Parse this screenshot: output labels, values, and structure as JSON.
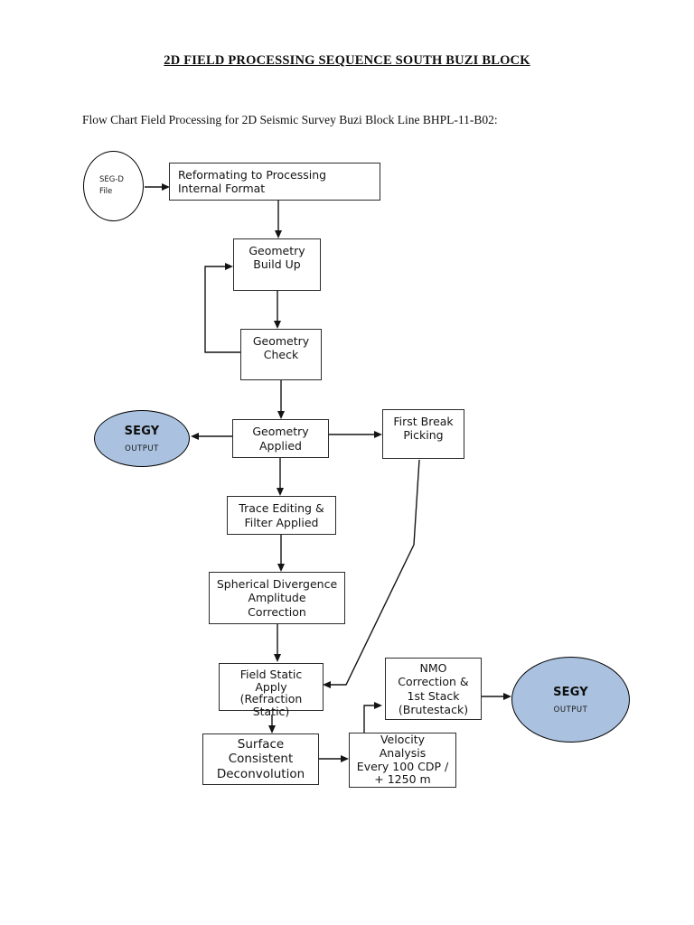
{
  "page": {
    "title": "2D FIELD PROCESSING SEQUENCE SOUTH BUZI BLOCK",
    "subtitle": "Flow Chart Field Processing for 2D Seismic Survey Buzi Block Line BHPL-11-B02:"
  },
  "colors": {
    "ellipse_fill": "#aac2e0",
    "line": "#141414",
    "box_border": "#2b2b2b"
  },
  "nodes": {
    "segd_file": "SEG-D\nFile",
    "reformat": "Reformating to Processing\nInternal Format",
    "geometry_build_up": "Geometry\nBuild Up",
    "geometry_check": "Geometry\nCheck",
    "segy_output_left": {
      "title": "SEGY",
      "subtitle": "OUTPUT"
    },
    "geometry_applied": "Geometry\nApplied",
    "first_break_picking": "First Break\nPicking",
    "trace_editing": "Trace Editing &\nFilter Applied",
    "spherical_divergence": "Spherical Divergence\nAmplitude\nCorrection",
    "field_static": "Field Static\nApply\n(Refraction\nStatic)",
    "surface_consistent": "Surface\nConsistent\nDeconvolution",
    "velocity_analysis": "Velocity\nAnalysis\nEvery 100 CDP /\n+ 1250 m",
    "nmo_correction": "NMO\nCorrection &\n1st Stack\n(Brutestack)",
    "segy_output_right": {
      "title": "SEGY",
      "subtitle": "OUTPUT"
    }
  },
  "flow": [
    {
      "from": "SEG-D File",
      "to": "Reformating to Processing Internal Format"
    },
    {
      "from": "Reformating to Processing Internal Format",
      "to": "Geometry Build Up"
    },
    {
      "from": "Geometry Build Up",
      "to": "Geometry Check"
    },
    {
      "from": "Geometry Check",
      "to": "Geometry Build Up"
    },
    {
      "from": "Geometry Check",
      "to": "Geometry Applied"
    },
    {
      "from": "Geometry Applied",
      "to": "SEGY OUTPUT (left)"
    },
    {
      "from": "Geometry Applied",
      "to": "First Break Picking"
    },
    {
      "from": "Geometry Applied",
      "to": "Trace Editing & Filter Applied"
    },
    {
      "from": "First Break Picking",
      "to": "Field Static Apply (Refraction Static)"
    },
    {
      "from": "Trace Editing & Filter Applied",
      "to": "Spherical Divergence Amplitude Correction"
    },
    {
      "from": "Spherical Divergence Amplitude Correction",
      "to": "Field Static Apply (Refraction Static)"
    },
    {
      "from": "Field Static Apply (Refraction Static)",
      "to": "Surface Consistent Deconvolution"
    },
    {
      "from": "Surface Consistent Deconvolution",
      "to": "Velocity Analysis Every 100 CDP / + 1250 m"
    },
    {
      "from": "Velocity Analysis Every 100 CDP / + 1250 m",
      "to": "NMO Correction & 1st Stack (Brutestack)"
    },
    {
      "from": "NMO Correction & 1st Stack (Brutestack)",
      "to": "SEGY OUTPUT (right)"
    }
  ]
}
